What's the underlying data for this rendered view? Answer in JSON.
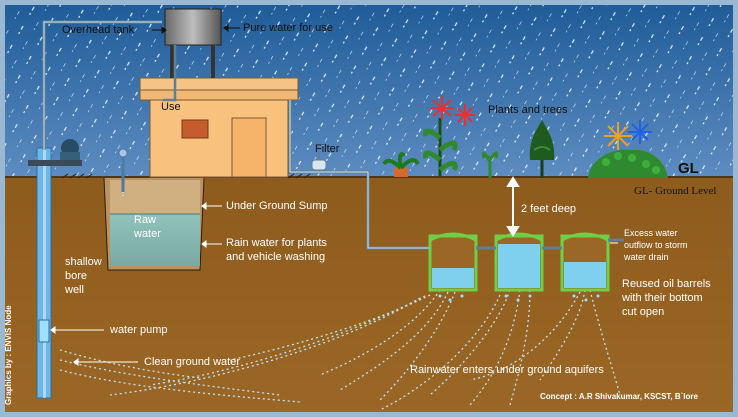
{
  "labels": {
    "overhead_tank": "Overhead tank",
    "pure_water": "Pure water for use",
    "use": "Use",
    "plants_trees": "Plants and trees",
    "filter": "Filter",
    "gl": "GL",
    "gl_ground_level": "GL- Ground Level",
    "underground_sump": "Under Ground Sump",
    "raw_water_1": "Raw",
    "raw_water_2": "water",
    "rain_water_1": "Rain water for plants",
    "rain_water_2": "and vehicle washing",
    "two_feet_deep": "2 feet deep",
    "excess_1": "Excess water",
    "excess_2": "outflow to storm",
    "excess_3": "water drain",
    "shallow_1": "shallow",
    "shallow_2": "bore",
    "shallow_3": "well",
    "reused_1": "Reused oil barrels",
    "reused_2": "with their bottom",
    "reused_3": "cut open",
    "water_pump": "water pump",
    "clean_ground_water": "Clean ground water",
    "rainwater_enters": "Rainwater enters under ground aquifers"
  },
  "credits": {
    "graphics": "Graphics by : ENVIS Node",
    "concept": "Concept : A.R Shivakumar, KSCST, B`lore"
  },
  "colors": {
    "sky": "#2f6eab",
    "soil": "#94601f",
    "house_wall": "#f8c27e",
    "roof": "#f0b872",
    "water": "#7fd0ef",
    "pipe": "#5e7f96",
    "barrel": "#6fcf46"
  }
}
